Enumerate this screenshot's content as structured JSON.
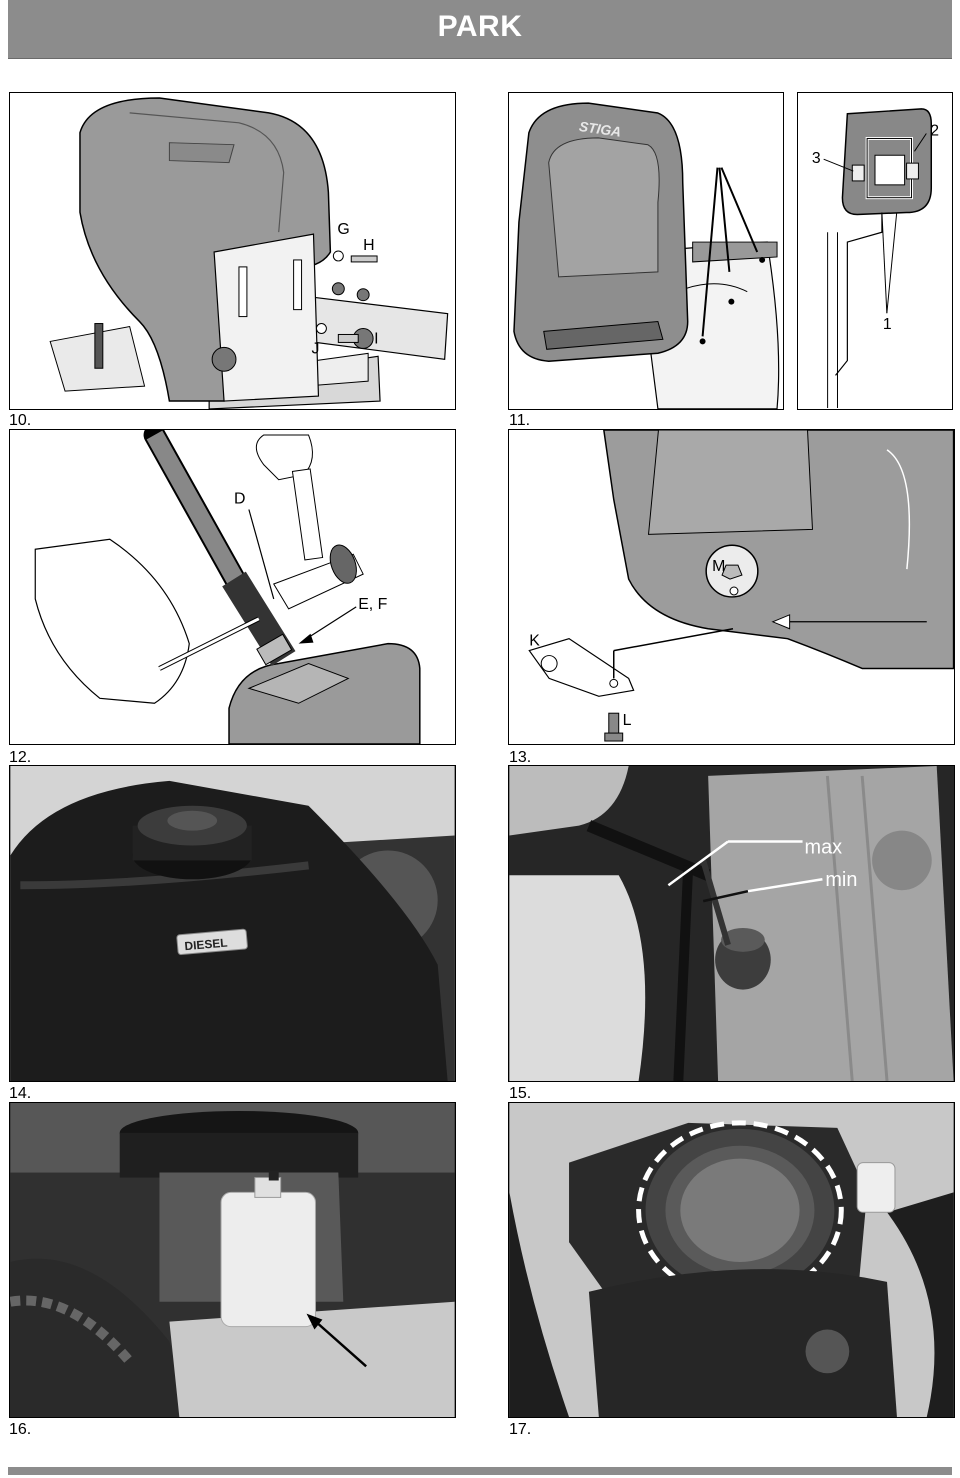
{
  "header": {
    "title": "PARK"
  },
  "figures": {
    "f10": {
      "number": "10.",
      "labels": {
        "G": "G",
        "H": "H",
        "I": "I",
        "J": "J"
      }
    },
    "f11": {
      "number": "11.",
      "brand": "STIGA",
      "labels": {
        "n1": "1",
        "n2": "2",
        "n3": "3"
      }
    },
    "f12": {
      "number": "12.",
      "labels": {
        "D": "D",
        "EF": "E, F"
      }
    },
    "f13": {
      "number": "13.",
      "labels": {
        "M": "M",
        "K": "K",
        "L": "L"
      }
    },
    "f14": {
      "number": "14.",
      "badge": "DIESEL"
    },
    "f15": {
      "number": "15.",
      "labels": {
        "max": "max",
        "min": "min"
      }
    },
    "f16": {
      "number": "16."
    },
    "f17": {
      "number": "17."
    }
  }
}
